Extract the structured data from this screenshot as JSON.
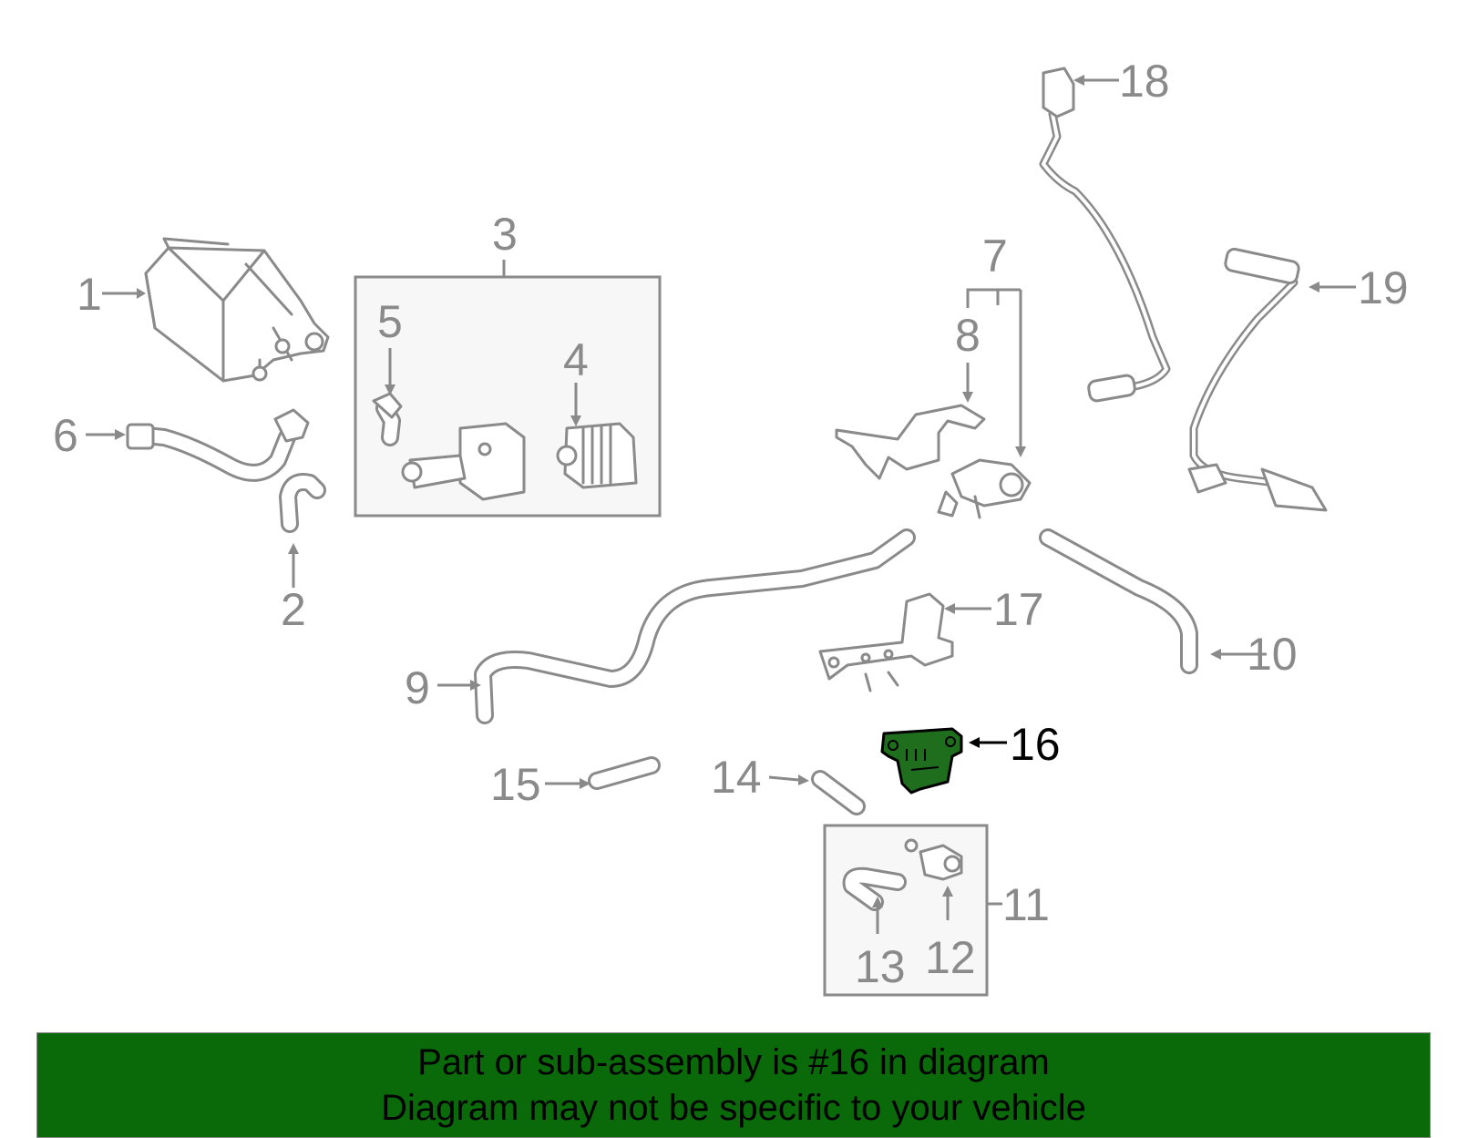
{
  "callouts": [
    {
      "id": "1",
      "text": "1"
    },
    {
      "id": "2",
      "text": "2"
    },
    {
      "id": "3",
      "text": "3"
    },
    {
      "id": "4",
      "text": "4"
    },
    {
      "id": "5",
      "text": "5"
    },
    {
      "id": "6",
      "text": "6"
    },
    {
      "id": "7",
      "text": "7"
    },
    {
      "id": "8",
      "text": "8"
    },
    {
      "id": "9",
      "text": "9"
    },
    {
      "id": "10",
      "text": "10"
    },
    {
      "id": "11",
      "text": "11"
    },
    {
      "id": "12",
      "text": "12"
    },
    {
      "id": "13",
      "text": "13"
    },
    {
      "id": "14",
      "text": "14"
    },
    {
      "id": "15",
      "text": "15"
    },
    {
      "id": "16",
      "text": "16"
    },
    {
      "id": "17",
      "text": "17"
    },
    {
      "id": "18",
      "text": "18"
    },
    {
      "id": "19",
      "text": "19"
    }
  ],
  "highlighted_part": "16",
  "colors": {
    "highlight_part": "#1e6e1e",
    "banner": "#0a6a0a",
    "outline": "#8a8a8a"
  },
  "banner": {
    "line1": "Part or sub-assembly is #16 in diagram",
    "line2": "Diagram may not be specific to your vehicle"
  }
}
